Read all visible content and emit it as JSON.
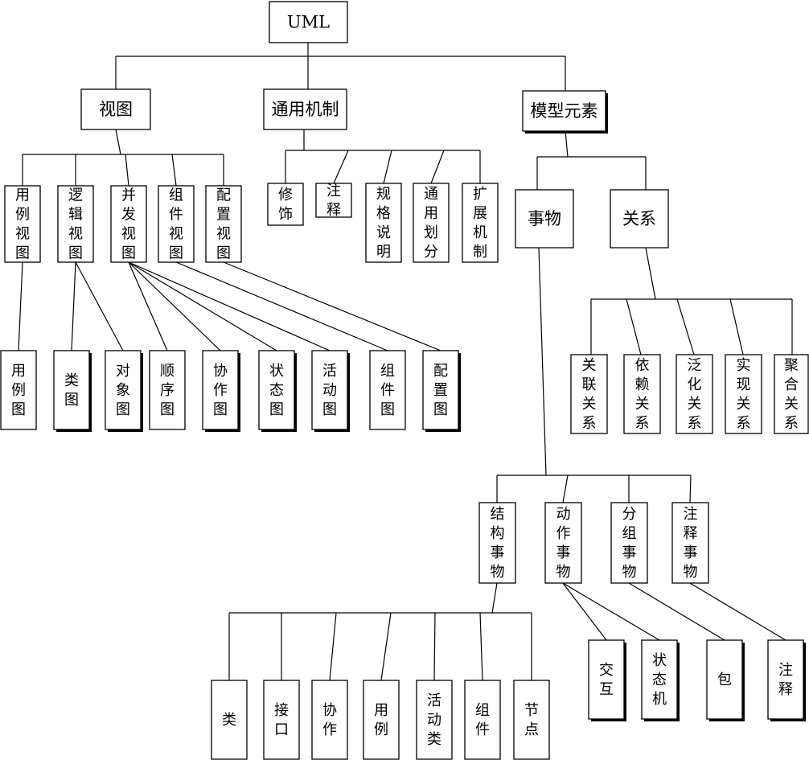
{
  "diagram": {
    "type": "tree",
    "colors": {
      "line": "#000000",
      "box": "#ffffff",
      "text": "#000000"
    },
    "nodes": {
      "uml": "UML",
      "views": "视图",
      "mechanisms": "通用机制",
      "model_elements": "模型元素",
      "usecase_view": "用例视图",
      "logical_view": "逻辑视图",
      "concurrency_view": "并发视图",
      "component_view": "组件视图",
      "deployment_view": "配置视图",
      "usecase_diagram": "用例图",
      "class_diagram": "类图",
      "object_diagram": "对象图",
      "sequence_diagram": "顺序图",
      "collaboration_diagram": "协作图",
      "state_diagram": "状态图",
      "activity_diagram": "活动图",
      "component_diagram": "组件图",
      "deployment_diagram": "配置图",
      "adornment": "修饰",
      "note_mech": "注释",
      "specification": "规格说明",
      "common_division": "通用划分",
      "extensibility": "扩展机制",
      "things": "事物",
      "relationships": "关系",
      "association": "关联关系",
      "dependency": "依赖关系",
      "generalization": "泛化关系",
      "realization": "实现关系",
      "aggregation": "聚合关系",
      "structural_things": "结构事物",
      "behavioral_things": "动作事物",
      "grouping_things": "分组事物",
      "annotational_things": "注释事物",
      "class": "类",
      "interface": "接口",
      "collaboration": "协作",
      "usecase": "用例",
      "active_class": "活动类",
      "component": "组件",
      "node": "节点",
      "interaction": "交互",
      "state_machine": "状态机",
      "package": "包",
      "note": "注释"
    }
  }
}
